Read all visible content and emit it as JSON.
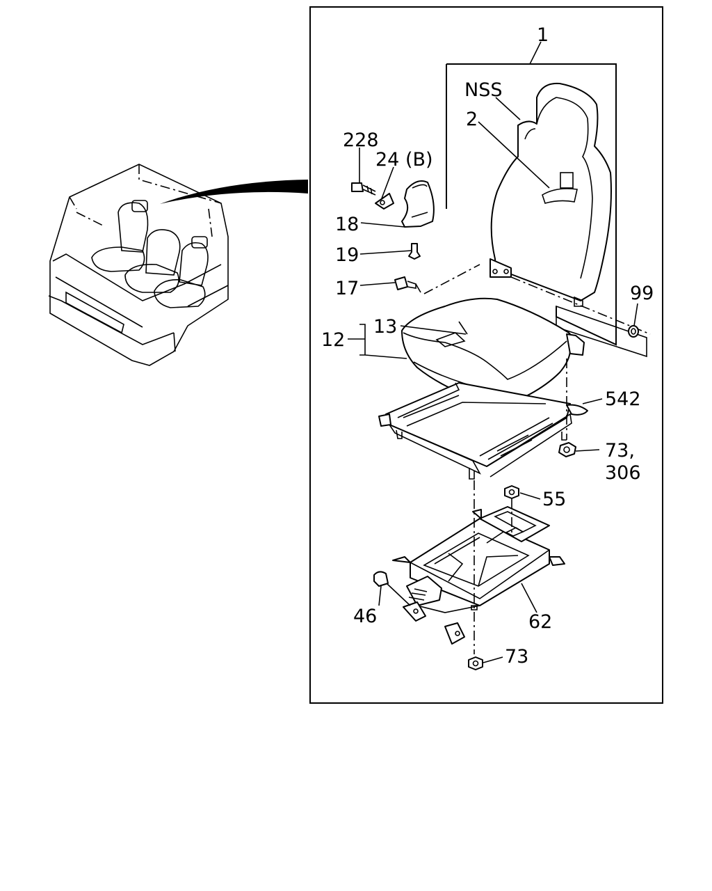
{
  "labels": {
    "p1": "1",
    "nss": "NSS",
    "p2": "2",
    "p228": "228",
    "p24b": "24 (B)",
    "p18": "18",
    "p19": "19",
    "p17": "17",
    "p99": "99",
    "p12": "12",
    "p13": "13",
    "p542": "542",
    "p73a_l1": "73,",
    "p73a_l2": "306",
    "p55": "55",
    "p46": "46",
    "p62": "62",
    "p73b": "73"
  }
}
